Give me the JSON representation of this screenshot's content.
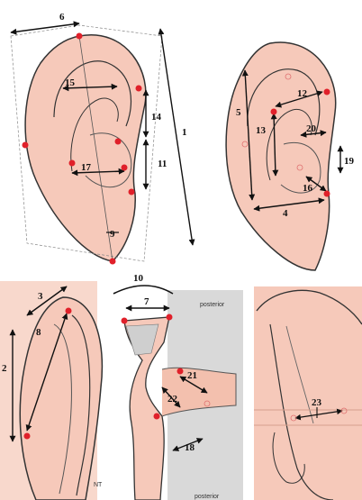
{
  "colors": {
    "skin": "#f6c9ba",
    "skin_dark": "#e8a894",
    "outline": "#333333",
    "landmark_dot": "#e0202a",
    "background_panel": "#d9d9d9"
  },
  "labels": {
    "l1": "1",
    "l2": "2",
    "l3": "3",
    "l4": "4",
    "l5": "5",
    "l6": "6",
    "l7": "7",
    "l8": "8",
    "l9": "9",
    "l10": "10",
    "l11": "11",
    "l12": "12",
    "l13": "13",
    "l14": "14",
    "l15": "15",
    "l16": "16",
    "l17": "17",
    "l18": "18",
    "l19": "19",
    "l20": "20",
    "l21": "21",
    "l22": "22",
    "l23": "23"
  },
  "captions": {
    "posterior_top": "posterior",
    "posterior_bottom": "posterior",
    "nt": "NT"
  },
  "icons": {
    "landmark": "red-dot",
    "measurement": "double-arrow"
  }
}
